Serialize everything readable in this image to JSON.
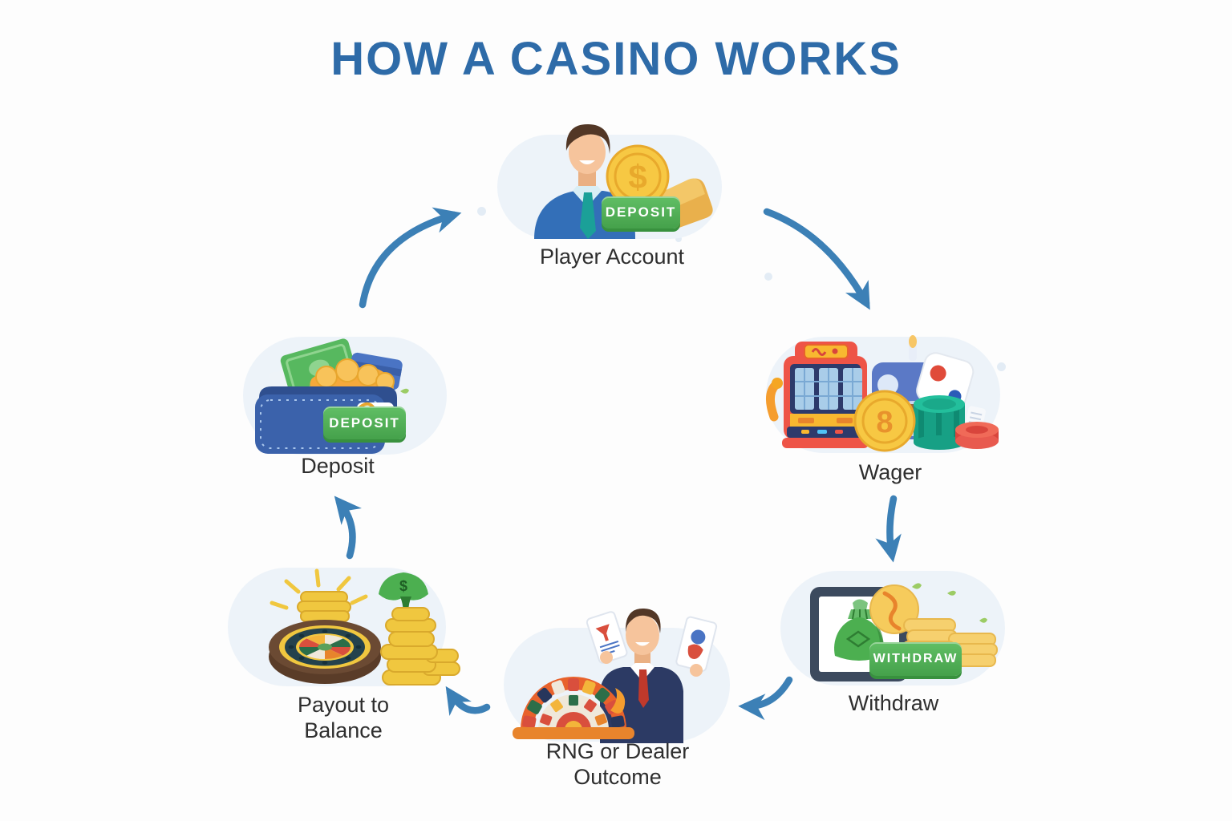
{
  "title": "HOW A CASINO WORKS",
  "colors": {
    "title_blue": "#2e6ba8",
    "arrow_blue": "#3c80b6",
    "label_dark": "#2e2e2e",
    "bubble_light_blue": "#edf3f9",
    "button_green": "#45a14b",
    "coin_gold": "#f7c843"
  },
  "nodes": {
    "player_account": {
      "label": "Player Account",
      "button": "DEPOSIT",
      "coin_symbol": "$"
    },
    "wager": {
      "label": "Wager",
      "coin_symbol": "8"
    },
    "withdraw": {
      "label": "Withdraw",
      "button": "WITHDRAW"
    },
    "rng_outcome": {
      "label": "RNG or Dealer Outcome"
    },
    "payout_balance": {
      "label": "Payout to Balance",
      "sprout_symbol": "$"
    },
    "deposit": {
      "label": "Deposit",
      "button": "DEPOSIT"
    }
  },
  "flow_order": [
    "Deposit",
    "Player Account",
    "Wager",
    "Withdraw",
    "RNG or Dealer Outcome",
    "Payout to Balance"
  ]
}
